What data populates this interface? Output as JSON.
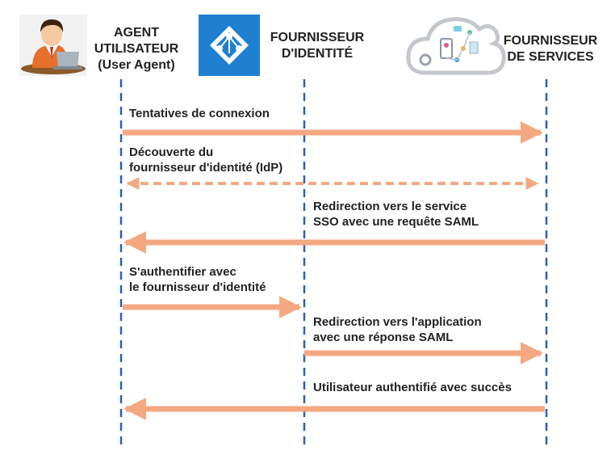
{
  "actors": [
    {
      "id": "agent",
      "icon": "person-at-laptop-icon",
      "label_lines": [
        "AGENT",
        "UTILISATEUR",
        "(User Agent)"
      ]
    },
    {
      "id": "idp",
      "icon": "azure-ad-pyramid-icon",
      "label_lines": [
        "FOURNISSEUR",
        "D'IDENTITÉ"
      ]
    },
    {
      "id": "sp",
      "icon": "cloud-network-icon",
      "label_lines": [
        "FOURNISSEUR",
        "DE SERVICES"
      ]
    }
  ],
  "messages": [
    {
      "text_lines": [
        "Tentatives de connexion"
      ],
      "from": "agent",
      "to": "sp",
      "style": "solid"
    },
    {
      "text_lines": [
        "Découverte du",
        "fournisseur d'identité (IdP)"
      ],
      "from": "agent",
      "to": "sp",
      "style": "dashed-bidirectional"
    },
    {
      "text_lines": [
        "Redirection vers le service",
        "SSO avec une requête SAML"
      ],
      "from": "sp",
      "to": "agent",
      "style": "solid"
    },
    {
      "text_lines": [
        "S'authentifier avec",
        "le fournisseur d'identité"
      ],
      "from": "agent",
      "to": "idp",
      "style": "solid"
    },
    {
      "text_lines": [
        "Redirection vers l'application",
        "avec une réponse SAML"
      ],
      "from": "idp",
      "to": "sp",
      "style": "solid"
    },
    {
      "text_lines": [
        "Utilisateur authentifié avec succès"
      ],
      "from": "sp",
      "to": "agent",
      "style": "solid"
    }
  ],
  "colors": {
    "arrow": "#f4a882",
    "lifeline": "#2f5fb3",
    "azure_tile": "#1f7fd1",
    "cloud": "#c4c8cc"
  }
}
